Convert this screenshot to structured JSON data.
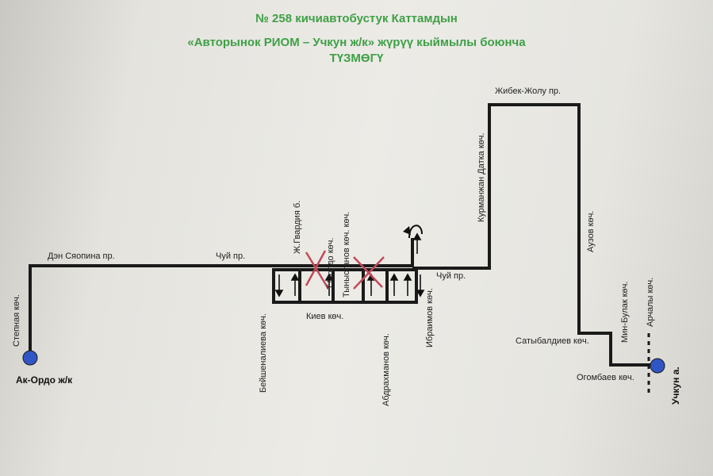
{
  "title": {
    "line1": "№ 258  кичиавтобустук Каттамдын",
    "line2": "«Авторынок РИОМ – Учкун ж/к» жүрүү кыймылы боюнча",
    "line3": "ТҮЗМӨГҮ"
  },
  "streets": {
    "stepnaya": "Степная көч.",
    "den_syaopina": "Дэн Сяопина пр.",
    "chuy_left": "Чуй пр.",
    "chuy_right": "Чуй пр.",
    "zh_gvardiya": "Ж.Гвардия б.",
    "t_moldo": "Т.Молдо көч.",
    "tynystanov": "Тыныстанов көч. көч.",
    "beyshenalieva": "Бейшеналиева көч.",
    "kiev": "Киев көч.",
    "abdrakhmanov": "Абдрахманов көч.",
    "ibraimov": "Ибраимов көч.",
    "kurmanzhan": "Курманжан Датка көч.",
    "zhibek_zholu": "Жибек-Жолу пр.",
    "auezov": "Аузов көч.",
    "satybaldiev": "Сатыбалдиев көч.",
    "min_bulak": "Мин-Булак көч.",
    "archaly": "Арчалы көч.",
    "ogombaev": "Огомбаев көч."
  },
  "stops": {
    "start": "Ак-Ордо ж/к",
    "end": "Учкун а."
  },
  "colors": {
    "route": "#1a1a1a",
    "stop": "#2f56c4",
    "cross": "#c24a5a",
    "title": "#3fa046"
  }
}
